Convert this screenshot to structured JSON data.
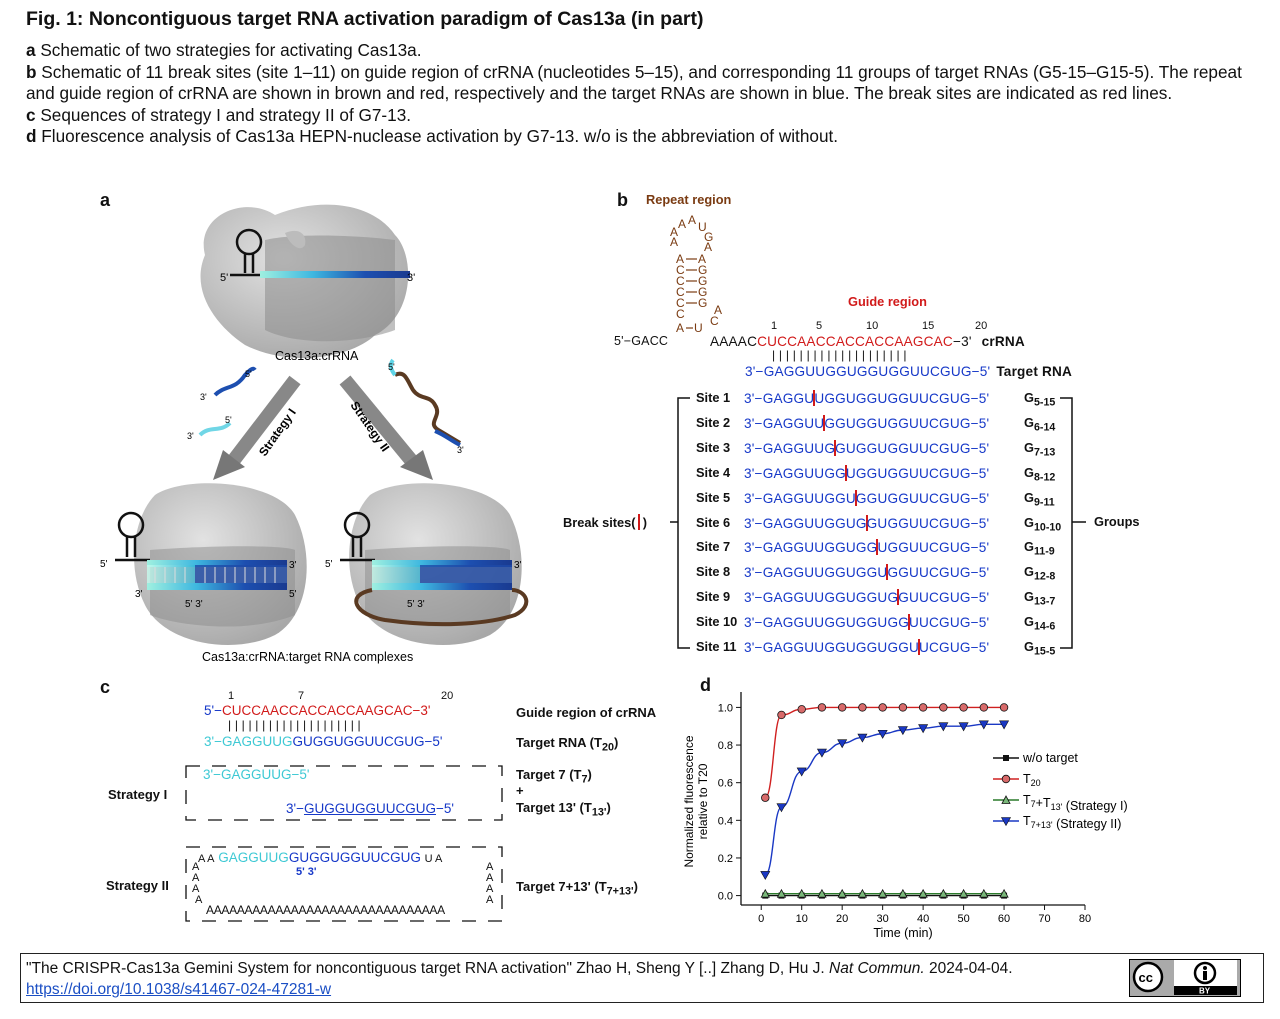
{
  "title": "Fig. 1: Noncontiguous target RNA activation paradigm of Cas13a (in part)",
  "legend": [
    {
      "letter": "a",
      "text": "Schematic of two strategies for activating Cas13a."
    },
    {
      "letter": "b",
      "text": "Schematic of 11 break sites (site 1–11) on guide region of crRNA (nucleotides 5–15), and corresponding 11 groups of target RNAs (G5-15–G15-5). The repeat and guide region of crRNA are shown in brown and red, respectively and the target RNAs are shown in blue. The break sites are indicated as red lines."
    },
    {
      "letter": "c",
      "text": "Sequences of strategy I and strategy II of G7-13."
    },
    {
      "letter": "d",
      "text": "Fluorescence analysis of Cas13a HEPN-nuclease activation by G7-13. w/o is the abbreviation of without."
    }
  ],
  "panel_a": {
    "letter": "a",
    "top_label": "Cas13a:crRNA",
    "bottom_label": "Cas13a:crRNA:target RNA complexes",
    "strategy1": "Strategy I",
    "strategy2": "Strategy II",
    "five": "5'",
    "three": "3'",
    "five_three": "5' 3'"
  },
  "panel_b": {
    "letter": "b",
    "repeat_region": "Repeat region",
    "guide_region": "Guide region",
    "loop_left": [
      "A",
      "A",
      "A"
    ],
    "loop_top": [
      "A",
      "A",
      "U"
    ],
    "loop_right": [
      "G",
      "A"
    ],
    "stem_left": [
      "A",
      "C",
      "C",
      "C",
      "C",
      "C",
      "A"
    ],
    "stem_right": [
      "A",
      "G",
      "G",
      "G",
      "G",
      "U"
    ],
    "bulge": [
      "A",
      "C"
    ],
    "prefix": "5'−GACC",
    "linker": "AAAAC",
    "guide_seq": "CUCCAACCACCACCAAGCAC",
    "crrna_end": "−3'",
    "crrna_label": "crRNA",
    "positions": [
      "1",
      "5",
      "10",
      "15",
      "20"
    ],
    "pairing": "||||||||||||||||||||",
    "target_seq": "3'−GAGGUUGGUGGUGGUUCGUG−5'",
    "target_label": "Target RNA",
    "break_sites_label": "Break sites(",
    "break_sites_close": ")",
    "groups_label": "Groups",
    "sites": [
      {
        "label": "Site 1",
        "left": "3'−GAGGU",
        "right": "UGGUGGUGGUUCGUG−5'",
        "group": "G",
        "sub": "5-15"
      },
      {
        "label": "Site 2",
        "left": "3'−GAGGUU",
        "right": "GGUGGUGGUUCGUG−5'",
        "group": "G",
        "sub": "6-14"
      },
      {
        "label": "Site 3",
        "left": "3'−GAGGUUG",
        "right": "GUGGUGGUUCGUG−5'",
        "group": "G",
        "sub": "7-13"
      },
      {
        "label": "Site 4",
        "left": "3'−GAGGUUGG",
        "right": "UGGUGGUUCGUG−5'",
        "group": "G",
        "sub": "8-12"
      },
      {
        "label": "Site 5",
        "left": "3'−GAGGUUGGU",
        "right": "GGUGGUUCGUG−5'",
        "group": "G",
        "sub": "9-11"
      },
      {
        "label": "Site 6",
        "left": "3'−GAGGUUGGUG",
        "right": "GUGGUUCGUG−5'",
        "group": "G",
        "sub": "10-10"
      },
      {
        "label": "Site 7",
        "left": "3'−GAGGUUGGUGG",
        "right": "UGGUUCGUG−5'",
        "group": "G",
        "sub": "11-9"
      },
      {
        "label": "Site 8",
        "left": "3'−GAGGUUGGUGGU",
        "right": "GGUUCGUG−5'",
        "group": "G",
        "sub": "12-8"
      },
      {
        "label": "Site 9",
        "left": "3'−GAGGUUGGUGGUG",
        "right": "GUUCGUG−5'",
        "group": "G",
        "sub": "13-7"
      },
      {
        "label": "Site 10",
        "left": "3'−GAGGUUGGUGGUGG",
        "right": "UUCGUG−5'",
        "group": "G",
        "sub": "14-6"
      },
      {
        "label": "Site 11",
        "left": "3'−GAGGUUGGUGGUGGU",
        "right": "UCGUG−5'",
        "group": "G",
        "sub": "15-5"
      }
    ]
  },
  "panel_c": {
    "letter": "c",
    "pos1": "1",
    "pos7": "7",
    "pos20": "20",
    "guide_prefix": "5'−",
    "guide_seq": "CUCCAACCACCACCAAGCAC",
    "guide_suffix": "−3'",
    "pairing": "||||||||||||||||||||",
    "target_prefix": "3'−",
    "target_cyan": "GAGGUUG",
    "target_blue": "GUGGUGGUUCGUG",
    "target_suffix": "−5'",
    "guide_label": "Guide region of crRNA",
    "target_label": "Target RNA (T",
    "target_sub": "20",
    "strategy1": "Strategy I",
    "s1_line1": "3'−GAGGUUG−5'",
    "s1_line2_prefix": "3'−",
    "s1_line2": "GUGGUGGUUCGUG",
    "s1_line2_suffix": "−5'",
    "t7_label": "Target 7 (T",
    "t7_sub": "7",
    "plus": "+",
    "t13_label": "Target 13' (T",
    "t13_sub": "13'",
    "strategy2": "Strategy II",
    "s2_cyan": "GAGGUUG",
    "s2_blue": "GUGGUGGUUCGUG",
    "s2_53": "5' 3'",
    "s2_polyA": "AAAAAAAAAAAAAAAAAAAAAAAAAAAAAAA",
    "t713_label": "Target 7+13' (T",
    "t713_sub": "7+13'"
  },
  "chart_data": {
    "type": "line",
    "panel_letter": "d",
    "xlabel": "Time (min)",
    "ylabel_line1": "Normalized fluorescence",
    "ylabel_line2": "relative to T20",
    "xlim": [
      -5,
      80
    ],
    "ylim": [
      -0.05,
      1.05
    ],
    "xticks": [
      "0",
      "10",
      "20",
      "30",
      "40",
      "50",
      "60",
      "70",
      "80"
    ],
    "yticks": [
      "0.0",
      "0.2",
      "0.4",
      "0.6",
      "0.8",
      "1.0"
    ],
    "x": [
      1,
      5,
      10,
      15,
      20,
      25,
      30,
      35,
      40,
      45,
      50,
      55,
      60
    ],
    "series": [
      {
        "name": "w/o target",
        "color": "#111111",
        "marker": "square",
        "values": [
          0.0,
          0.0,
          0.0,
          0.0,
          0.0,
          0.0,
          0.0,
          0.0,
          0.0,
          0.0,
          0.0,
          0.0,
          0.0
        ]
      },
      {
        "name": "T20",
        "color": "#d02020",
        "marker": "circle",
        "values": [
          0.52,
          0.96,
          0.99,
          1.0,
          1.0,
          1.0,
          1.0,
          1.0,
          1.0,
          1.0,
          1.0,
          1.0,
          1.0
        ]
      },
      {
        "name": "T7+T13' (Strategy I)",
        "color": "#2a7a2a",
        "marker": "triangle-up",
        "values": [
          0.01,
          0.01,
          0.01,
          0.01,
          0.01,
          0.01,
          0.01,
          0.01,
          0.01,
          0.01,
          0.01,
          0.01,
          0.01
        ]
      },
      {
        "name": "T7+13' (Strategy II)",
        "color": "#1a38c4",
        "marker": "triangle-down",
        "values": [
          0.11,
          0.47,
          0.66,
          0.76,
          0.81,
          0.84,
          0.86,
          0.88,
          0.89,
          0.9,
          0.9,
          0.91,
          0.91
        ]
      }
    ],
    "legend_position": "right",
    "legend_labels": [
      {
        "text": "w/o target",
        "sub": ""
      },
      {
        "text": "T",
        "sub": "20",
        "after": ""
      },
      {
        "text": "T",
        "sub": "7",
        "mid": "+T",
        "sub2": "13'",
        "after": " (Strategy I)"
      },
      {
        "text": "T",
        "sub": "7+13'",
        "after": " (Strategy II)"
      }
    ]
  },
  "footer": {
    "citation": "\"The CRISPR-Cas13a Gemini System for noncontiguous target RNA activation\" Zhao H, Sheng Y [..] Zhang D, Hu J. ",
    "journal": "Nat Commun.",
    "date": " 2024-04-04.",
    "doi": "https://doi.org/10.1038/s41467-024-47281-w",
    "cc_text": "BY"
  }
}
